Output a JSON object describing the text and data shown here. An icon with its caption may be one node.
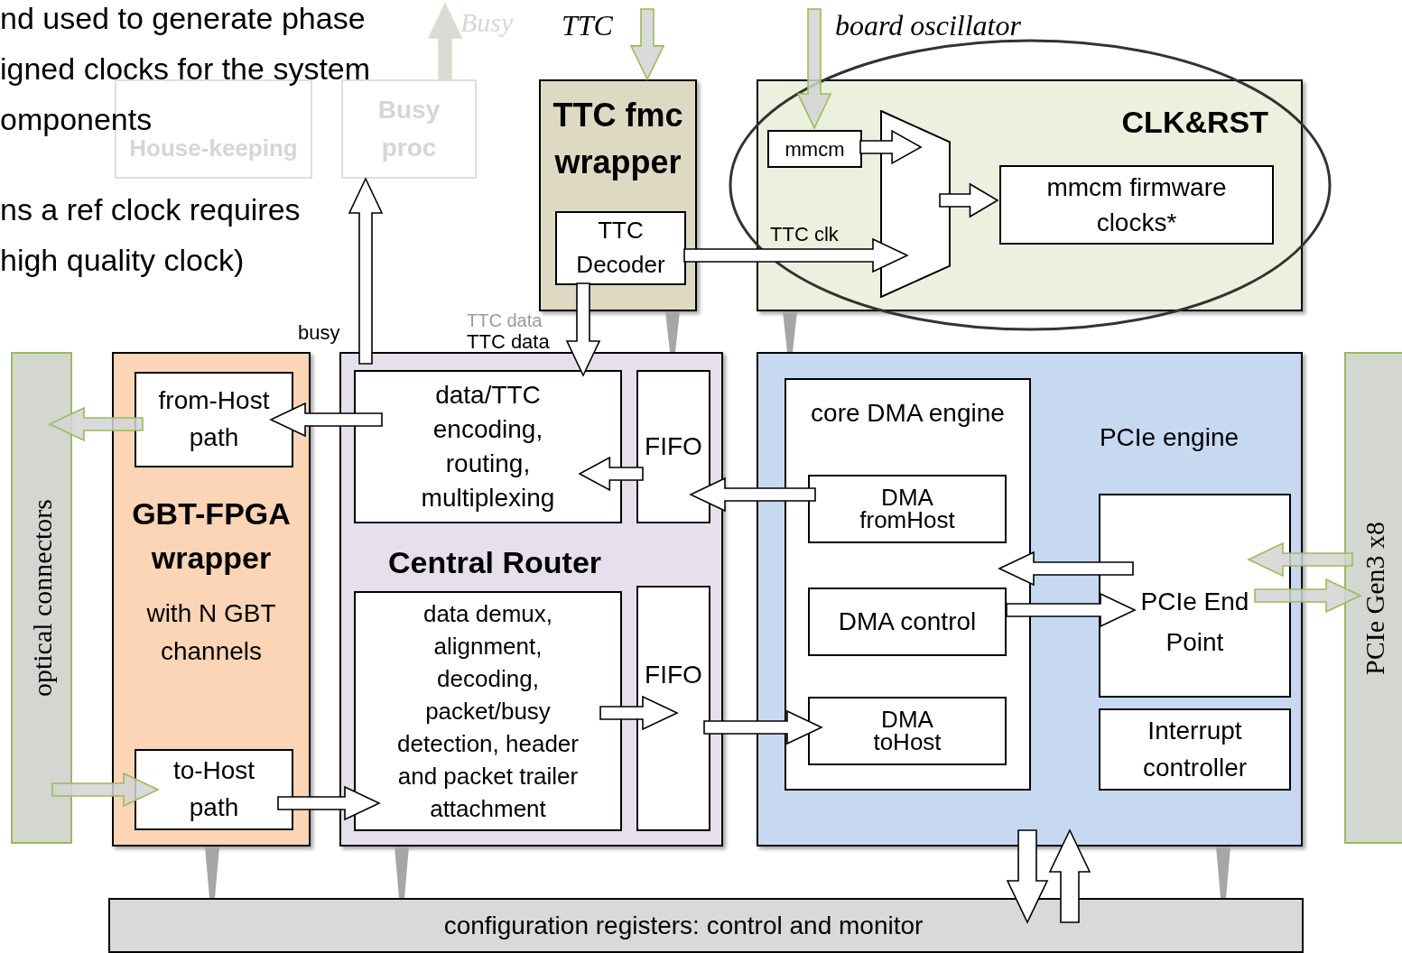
{
  "diagram": {
    "nodes": [
      {
        "text": [
          "TTC fmc wrapper"
        ]
      },
      {
        "text": [
          "TTC Decoder"
        ],
        "in": 0
      },
      {
        "text": [
          "CLK&RST"
        ]
      },
      {
        "text": [
          "mmcm"
        ],
        "in": 2
      },
      {
        "text": [],
        "shape": "trapezoid",
        "in": 2
      },
      {
        "text": [
          "mmcm firmware clocks*"
        ],
        "in": 2
      },
      {
        "text": [
          "optical connectors"
        ]
      },
      {
        "text": [
          "GBT-FPGA wrapper",
          "with N GBT channels"
        ]
      },
      {
        "text": [
          "from-Host path"
        ],
        "in": 7
      },
      {
        "text": [
          "to-Host path"
        ],
        "in": 7
      },
      {
        "text": [
          "Central Router"
        ]
      },
      {
        "text": [
          "data/TTC encoding, routing, multiplexing"
        ],
        "in": 10
      },
      {
        "text": [
          "FIFO"
        ],
        "in": 10
      },
      {
        "text": [
          "data demux, alignment, decoding, packet/busy detection, header and packet trailer attachment"
        ],
        "in": 10
      },
      {
        "text": [
          "FIFO"
        ],
        "in": 10
      },
      {
        "text": [
          "PCIe engine"
        ]
      },
      {
        "text": [
          "core DMA engine"
        ],
        "in": 15
      },
      {
        "text": [
          "DMA fromHost"
        ],
        "in": 16
      },
      {
        "text": [
          "DMA control"
        ],
        "in": 16
      },
      {
        "text": [
          "DMA toHost"
        ],
        "in": 16
      },
      {
        "text": [
          "PCIe End Point"
        ],
        "in": 15
      },
      {
        "text": [
          "Interrupt controller"
        ],
        "in": 15
      },
      {
        "text": [
          "PCIe Gen3 x8"
        ]
      },
      {
        "text": [
          "configuration registers: control and monitor"
        ]
      },
      {
        "text": [
          "House-keeping"
        ]
      },
      {
        "text": [
          "Busy proc"
        ]
      }
    ],
    "edges": [
      {
        "from": null,
        "to": 0,
        "arrow": "to",
        "label": "TTC",
        "color": "#9bbb59"
      },
      {
        "from": null,
        "to": 3,
        "arrow": "to",
        "label": "board oscillator",
        "color": "#9bbb59"
      },
      {
        "from": 3,
        "to": 4,
        "arrow": "to"
      },
      {
        "from": 1,
        "to": 4,
        "arrow": "to",
        "label": "TTC clk"
      },
      {
        "from": 4,
        "to": 5,
        "arrow": "to"
      },
      {
        "from": 1,
        "to": 11,
        "arrow": "to",
        "label": "TTC data"
      },
      {
        "from": 11,
        "to": 8,
        "arrow": "to"
      },
      {
        "from": 8,
        "to": 6,
        "arrow": "to",
        "color": "#9bbb59"
      },
      {
        "from": 6,
        "to": 9,
        "arrow": "to",
        "color": "#9bbb59"
      },
      {
        "from": 9,
        "to": 13,
        "arrow": "to"
      },
      {
        "from": 12,
        "to": 11,
        "arrow": "to"
      },
      {
        "from": 17,
        "to": 12,
        "arrow": "to"
      },
      {
        "from": 14,
        "to": 19,
        "arrow": "to"
      },
      {
        "from": 13,
        "to": 14,
        "arrow": "to"
      },
      {
        "from": 20,
        "to": 16,
        "arrow": "to"
      },
      {
        "from": 18,
        "to": 20,
        "arrow": "to"
      },
      {
        "from": 22,
        "to": 20,
        "arrow": "to",
        "color": "#9bbb59"
      },
      {
        "from": 20,
        "to": 22,
        "arrow": "to",
        "color": "#9bbb59"
      },
      {
        "from": 10,
        "to": 25,
        "arrow": "to",
        "label": "busy"
      },
      {
        "from": 15,
        "to": 23,
        "arrow": "to"
      },
      {
        "from": 23,
        "to": 15,
        "arrow": "to"
      },
      {
        "from": 25,
        "to": null,
        "arrow": "to",
        "label": "Busy",
        "color": "#d8e4bc"
      },
      {
        "from": 7,
        "to": 23,
        "arrow": "none",
        "style": "thick",
        "color": "#a6a6a6"
      },
      {
        "from": 10,
        "to": 23,
        "arrow": "none",
        "style": "thick",
        "color": "#a6a6a6"
      },
      {
        "from": 0,
        "to": 10,
        "arrow": "none",
        "style": "thick",
        "color": "#a6a6a6"
      },
      {
        "from": 2,
        "to": 15,
        "arrow": "none",
        "style": "thick",
        "color": "#a6a6a6"
      },
      {
        "from": 15,
        "to": 23,
        "arrow": "none",
        "style": "thick",
        "color": "#a6a6a6"
      }
    ],
    "labels": [
      "nd used to generate phase igned clocks for the system omponents",
      "ns a ref clock requires high quality clock)",
      "TTC data"
    ]
  }
}
